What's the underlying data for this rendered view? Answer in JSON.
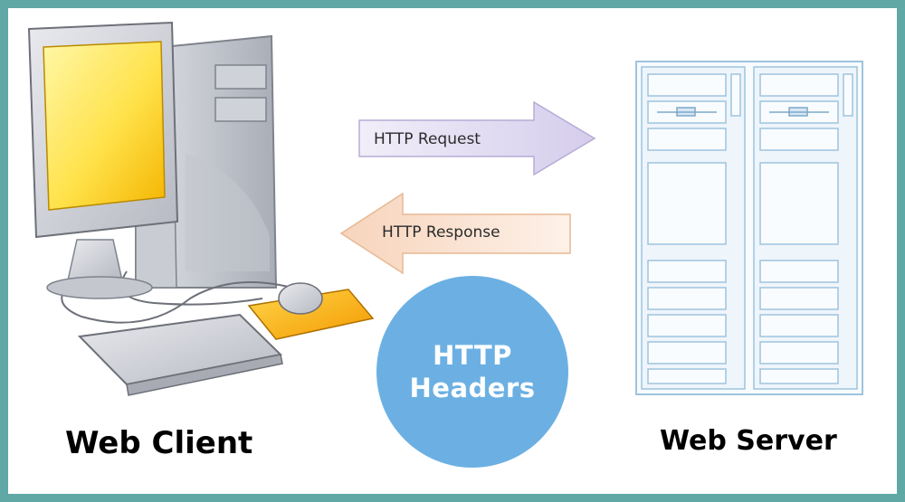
{
  "colors": {
    "frame": "#5fa8a6",
    "bubble": "#6cb0e3",
    "request_arrow": "#e3def3",
    "response_arrow": "#fbe3d2",
    "screen": "#ffe45a"
  },
  "icons": {
    "client": "desktop-computer-icon",
    "server": "server-rack-icon"
  },
  "request_label": "HTTP Request",
  "response_label": "HTTP Response",
  "headers_line1": "HTTP",
  "headers_line2": "Headers",
  "client_caption": "Web Client",
  "server_caption": "Web Server"
}
